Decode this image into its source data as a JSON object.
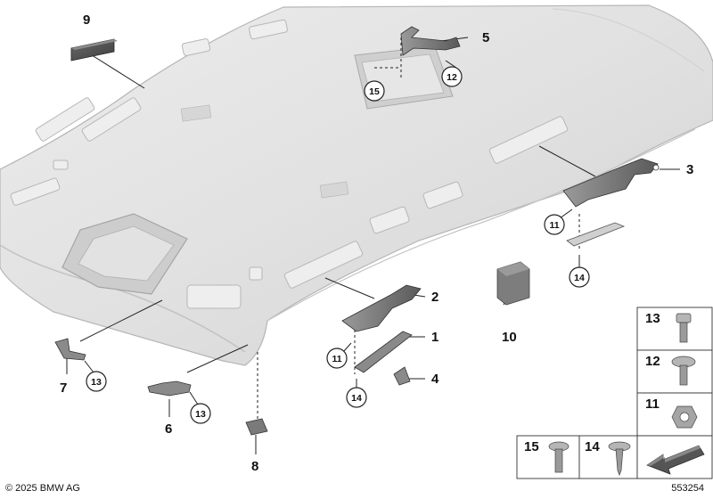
{
  "diagram": {
    "callouts": {
      "c1": "1",
      "c2": "2",
      "c3": "3",
      "c4": "4",
      "c5": "5",
      "c6": "6",
      "c7": "7",
      "c8": "8",
      "c9": "9",
      "c10": "10",
      "c11a": "11",
      "c11b": "11",
      "c12": "12",
      "c13a": "13",
      "c13b": "13",
      "c14a": "14",
      "c14b": "14",
      "c15": "15"
    },
    "legend": {
      "item13": "13",
      "item12": "12",
      "item11": "11",
      "item15": "15",
      "item14": "14"
    }
  },
  "footer": {
    "copyright": "© 2025 BMW AG",
    "doc_id": "553254"
  }
}
